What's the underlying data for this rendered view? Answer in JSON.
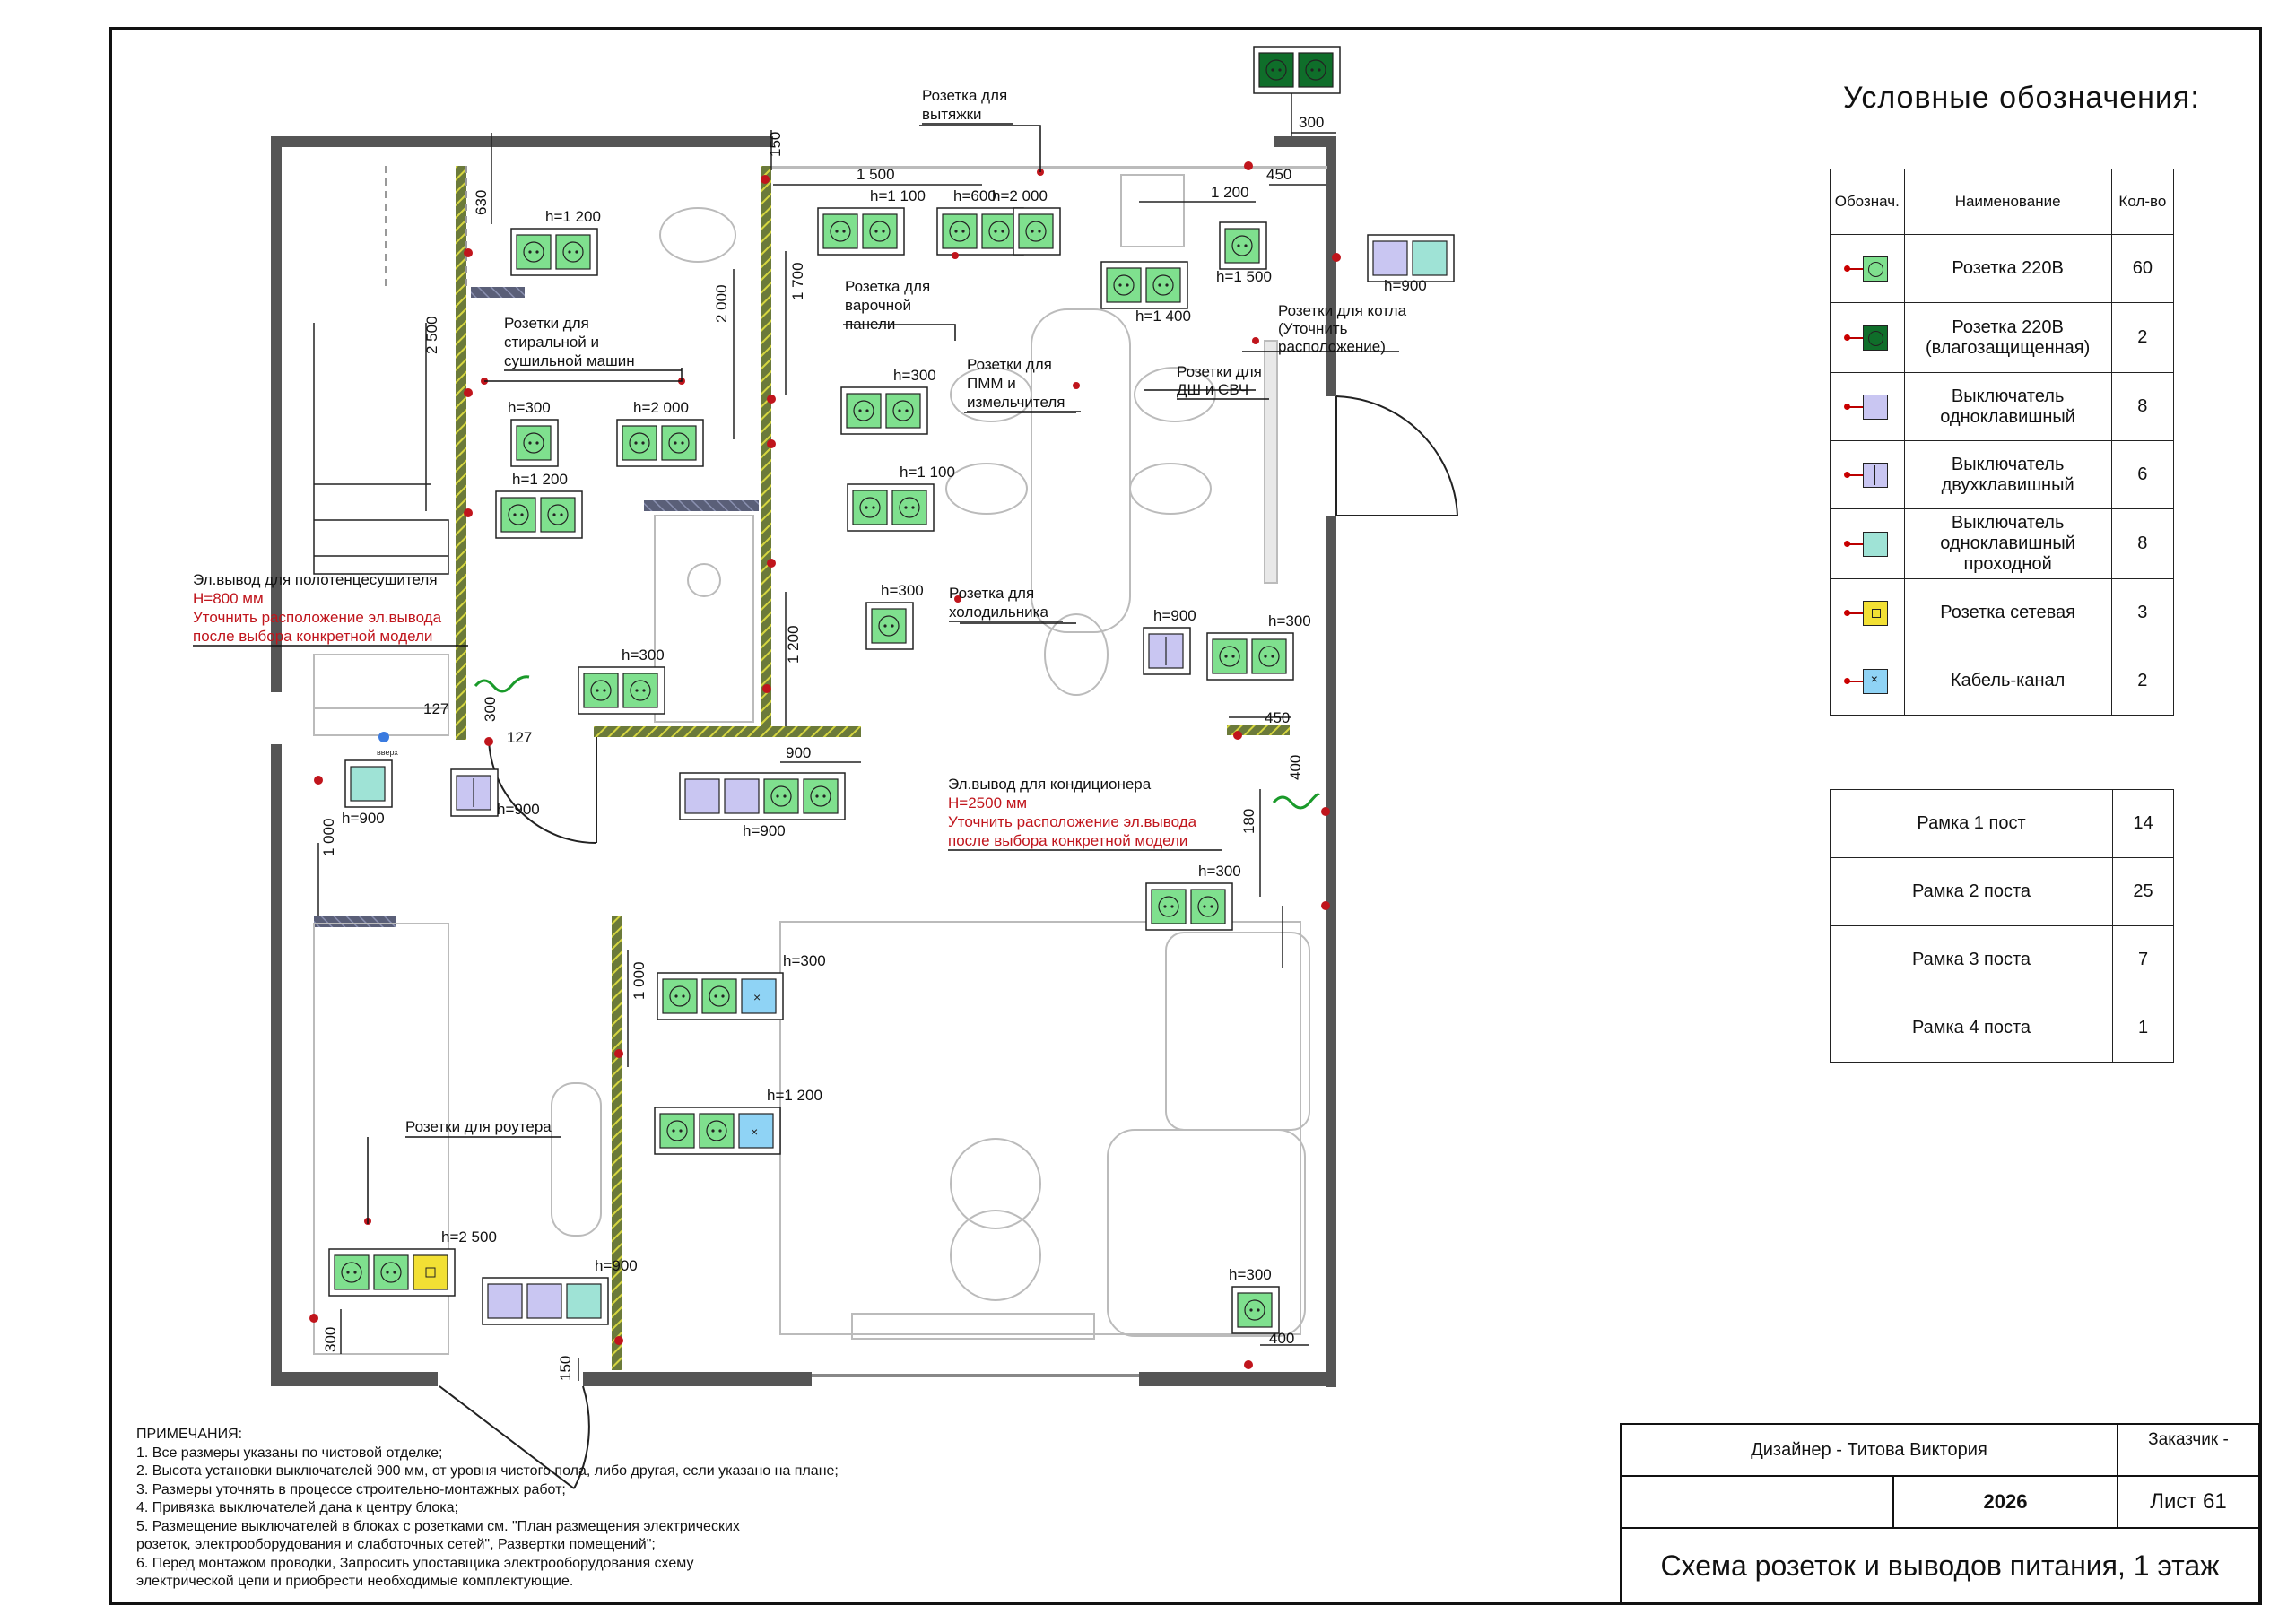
{
  "legend": {
    "title": "Условные обозначения:",
    "headers": [
      "Обознач.",
      "Наименование",
      "Кол-во"
    ],
    "rows": [
      {
        "name": "Розетка 220В",
        "qty": "60",
        "sym_fill": "#7fe08e",
        "icon": "socket-icon"
      },
      {
        "name": "Розетка 220В (влагозащищенная)",
        "qty": "2",
        "sym_fill": "#0f6e2a",
        "icon": "waterproof-socket-icon"
      },
      {
        "name": "Выключатель одноклавишный",
        "qty": "8",
        "sym_fill": "#c9c6f2",
        "icon": "single-switch-icon"
      },
      {
        "name": "Выключатель двухклавишный",
        "qty": "6",
        "sym_fill": "#c9c6f2",
        "icon": "double-switch-icon"
      },
      {
        "name": "Выключатель одноклавишный проходной",
        "qty": "8",
        "sym_fill": "#9fe3d6",
        "icon": "pass-switch-icon"
      },
      {
        "name": "Розетка сетевая",
        "qty": "3",
        "sym_fill": "#f2e034",
        "icon": "network-socket-icon"
      },
      {
        "name": "Кабель-канал",
        "qty": "2",
        "sym_fill": "#8fd3f5",
        "icon": "cable-channel-icon"
      }
    ]
  },
  "frames": [
    {
      "name": "Рамка 1 пост",
      "qty": "14"
    },
    {
      "name": "Рамка 2 поста",
      "qty": "25"
    },
    {
      "name": "Рамка 3 поста",
      "qty": "7"
    },
    {
      "name": "Рамка 4 поста",
      "qty": "1"
    }
  ],
  "notes": {
    "title": "ПРИМЕЧАНИЯ:",
    "lines": [
      "1. Все размеры указаны по чистовой отделке;",
      "2. Высота установки выключателей 900 мм, от уровня чистого пола, либо другая, если указано на плане;",
      "3. Размеры уточнять в процессе строительно-монтажных работ;",
      "4. Привязка выключателей дана к центру блока;",
      "5. Размещение выключателей в блоках с розетками см. \"План размещения электрических",
      "розеток, электрооборудования и слаботочных сетей\", Развертки помещений\";",
      "6. Перед монтажом проводки, Запросить упоставщика электрооборудования схему",
      "электрической цепи и приобрести необходимые комплектующие."
    ]
  },
  "title_block": {
    "designer": "Дизайнер - Титова Виктория",
    "customer": "Заказчик -",
    "year": "2026",
    "sheet": "Лист  61",
    "title": "Схема розеток и выводов питания, 1 этаж"
  },
  "plan": {
    "labels": {
      "hood": "Розетка для вытяжки",
      "hob": "Розетка для варочной панели",
      "washer": "Розетки для стиральной и сушильной машин",
      "dishwasher": "Розетки для ПММ и измельчителя",
      "oven": "Розетки для ДШ и СВЧ",
      "boiler": "Розетки для котла (Уточнить расположение)",
      "fridge": "Розетка для холодильника",
      "router": "Розетки для роутера",
      "towel": "Эл.вывод для полотенцесушителя",
      "towel_h": "H=800 мм",
      "towel_note": "Уточнить расположение эл.вывода после выбора конкретной модели",
      "ac": "Эл.вывод для кондиционера",
      "ac_h": "H=2500 мм",
      "ac_note": "Уточнить расположение эл.вывода после выбора конкретной модели",
      "up": "вверх"
    },
    "heights": {
      "h300": "h=300",
      "h600": "h=600",
      "h900": "h=900",
      "h1100": "h=1 100",
      "h1200": "h=1 200",
      "h1400": "h=1 400",
      "h1500": "h=1 500",
      "h2000": "h=2 000",
      "h2500": "h=2 500"
    },
    "dims": {
      "d300": "300",
      "d150": "150",
      "d1500": "1 500",
      "d450": "450",
      "d1200": "1 200",
      "d630": "630",
      "d2500": "2 500",
      "d2000": "2 000",
      "d1700": "1 700",
      "d127": "127",
      "d900": "900",
      "d1000": "1 000",
      "d400": "400",
      "d180": "180"
    }
  },
  "colors": {
    "socket": "#7fe08e",
    "waterproof": "#0f6e2a",
    "switch": "#c9c6f2",
    "pass_switch": "#9fe3d6",
    "network": "#f2e034",
    "cable": "#8fd3f5",
    "wall": "#555555",
    "hatch": "#c8c830",
    "marker": "#c0151c",
    "lead": "#111111"
  }
}
